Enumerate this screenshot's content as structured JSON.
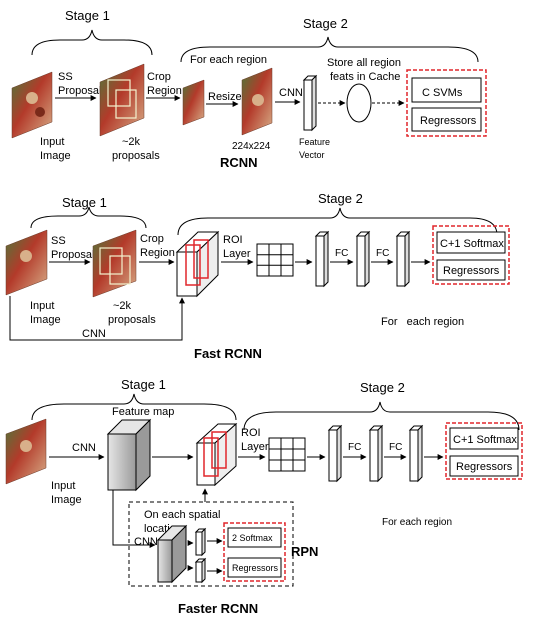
{
  "colors": {
    "line": "#000000",
    "highlight_red": "#e0262b",
    "box_fill": "#ffffff",
    "image_tone_a": "#b33a2a",
    "image_tone_b": "#4a7a3a",
    "image_tone_c": "#d8b08a",
    "feature_gray": "#c8c8c8"
  },
  "rcnn": {
    "stage1": "Stage 1",
    "stage2": "Stage 2",
    "ss_proposal_line1": "SS",
    "ss_proposal_line2": "Proposal",
    "input_line1": "Input",
    "input_line2": "Image",
    "proposals_line1": "~2k",
    "proposals_line2": "proposals",
    "crop_line1": "Crop",
    "crop_line2": "Region",
    "for_each_region": "For each region",
    "resize": "Resize",
    "size": "224x224",
    "cnn": "CNN",
    "feature_line1": "Feature",
    "feature_line2": "Vector",
    "store_line1": "Store all region",
    "store_line2": "feats in Cache",
    "svms": "C SVMs",
    "regressors": "Regressors",
    "title": "RCNN"
  },
  "fast_rcnn": {
    "stage1": "Stage 1",
    "stage2": "Stage 2",
    "ss_proposal_line1": "SS",
    "ss_proposal_line2": "Proposal",
    "input_line1": "Input",
    "input_line2": "Image",
    "proposals_line1": "~2k",
    "proposals_line2": "proposals",
    "crop_line1": "Crop",
    "crop_line2": "Region",
    "roi_line1": "ROI",
    "roi_line2": "Layer",
    "fc1": "FC",
    "fc2": "FC",
    "softmax": "C+1 Softmax",
    "regressors": "Regressors",
    "cnn": "CNN",
    "for_each_region": "For   each region",
    "title": "Fast RCNN"
  },
  "faster_rcnn": {
    "stage1": "Stage 1",
    "stage2": "Stage 2",
    "feature_map": "Feature map",
    "cnn": "CNN",
    "input_line1": "Input",
    "input_line2": "Image",
    "roi_line1": "ROI",
    "roi_line2": "Layer",
    "fc1": "FC",
    "fc2": "FC",
    "softmax": "C+1 Softmax",
    "regressors": "Regressors",
    "spatial_line1": "On each spatial",
    "spatial_line2": "locati",
    "rpn_cnn": "CNN",
    "rpn_softmax": "2 Softmax",
    "rpn_regressors": "Regressors",
    "rpn": "RPN",
    "for_each_region": "For each region",
    "title": "Faster RCNN"
  }
}
